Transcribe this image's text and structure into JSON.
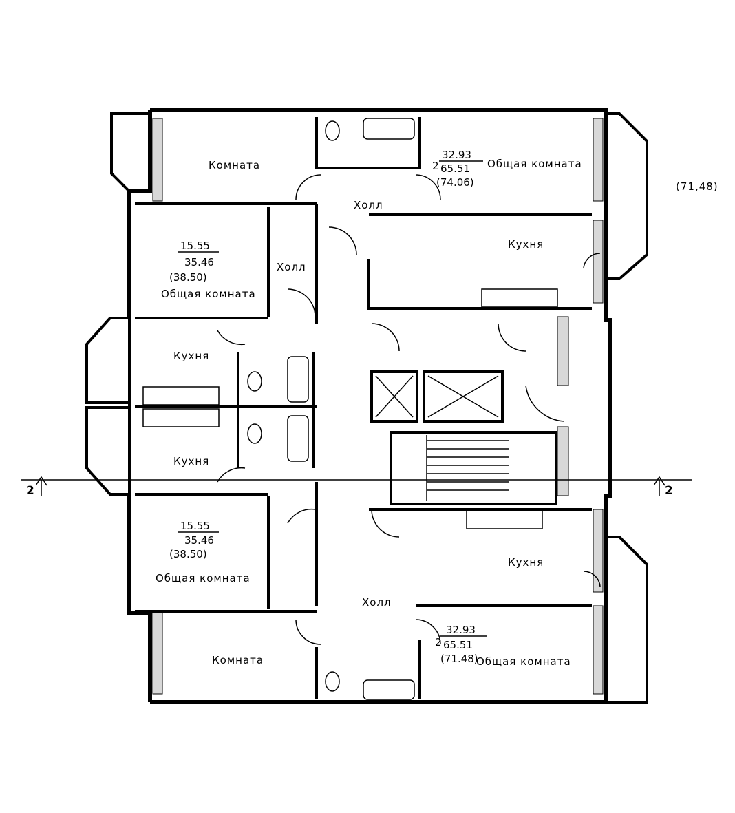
{
  "title": "",
  "outside_label": "(71,48)",
  "section_marks": [
    "2",
    "2"
  ],
  "rooms": {
    "komnata_top": "Комната",
    "obshaya_top_right": "Общая комната",
    "holl_top": "Холл",
    "kuhnya_top_right": "Кухня",
    "holl_left_upper": "Холл",
    "obshaya_left_upper": "Общая комната",
    "kuhnya_left_upper": "Кухня",
    "kuhnya_left_lower": "Кухня",
    "obshaya_left_lower": "Общая комната",
    "holl_bottom": "Холл",
    "kuhnya_bottom_right": "Кухня",
    "komnata_bottom": "Комната",
    "obshaya_bottom_right": "Общая комната"
  },
  "apartments": {
    "top_right": {
      "rooms": "2",
      "living": "32.93",
      "total": "65.51",
      "with_balcony": "(74.06)"
    },
    "left_upper": {
      "living": "15.55",
      "total": "35.46",
      "with_balcony": "(38.50)"
    },
    "left_lower": {
      "living": "15.55",
      "total": "35.46",
      "with_balcony": "(38.50)"
    },
    "bottom_right": {
      "rooms": "2",
      "living": "32.93",
      "total": "65.51",
      "with_balcony": "(71.48)"
    }
  }
}
